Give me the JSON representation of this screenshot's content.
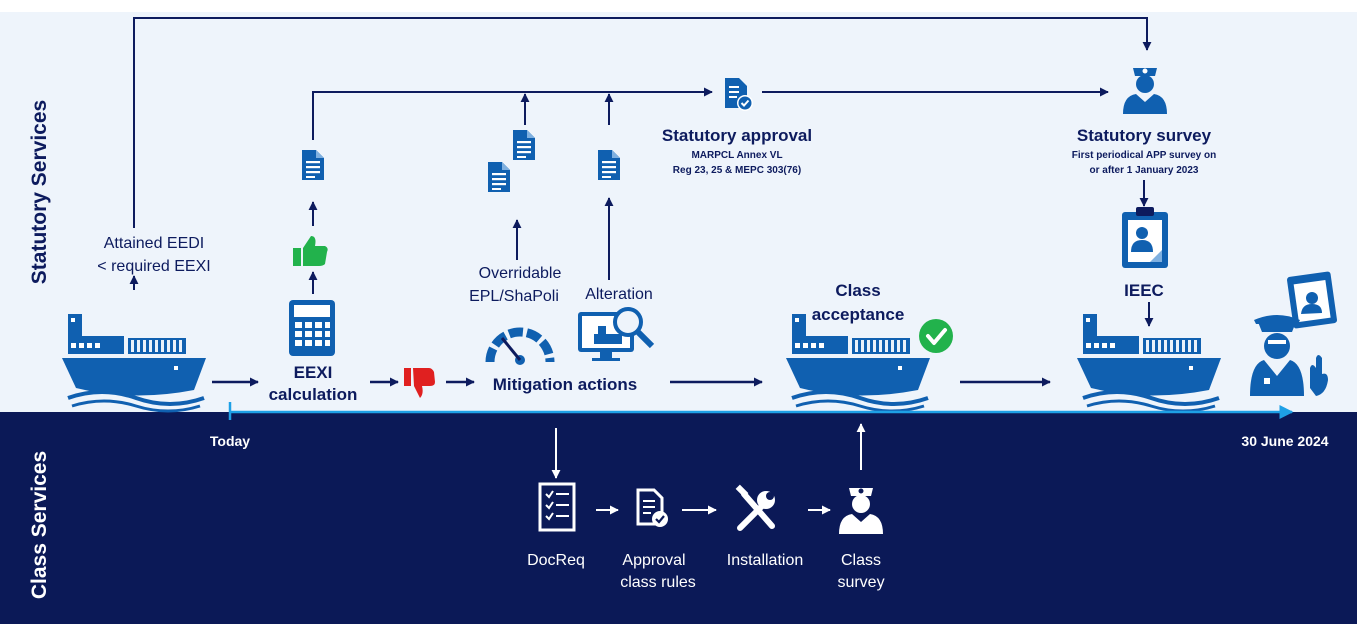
{
  "sections": {
    "statutory": "Statutory Services",
    "class": "Class Services"
  },
  "labels": {
    "attained_line1": "Attained EEDI",
    "attained_line2": "< required EEXI",
    "eexi_line1": "EEXI",
    "eexi_line2": "calculation",
    "overridable_line1": "Overridable",
    "overridable_line2": "EPL/ShaPoli",
    "alteration": "Alteration",
    "mitigation": "Mitigation actions",
    "statutory_approval": "Statutory approval",
    "approval_detail_1": "MARPCL Annex VL",
    "approval_detail_2": "Reg 23, 25 & MEPC 303(76)",
    "class_acceptance_1": "Class",
    "class_acceptance_2": "acceptance",
    "statutory_survey": "Statutory survey",
    "survey_detail_1": "First periodical APP survey on",
    "survey_detail_2": "or after 1 January 2023",
    "ieec": "IEEC",
    "today": "Today",
    "deadline": "30 June 2024",
    "docreq": "DocReq",
    "approval_class_1": "Approval",
    "approval_class_2": "class rules",
    "installation": "Installation",
    "class_survey_1": "Class",
    "class_survey_2": "survey"
  },
  "icons": [
    "ship-icon",
    "calculator-icon",
    "thumbs-up-icon",
    "thumbs-down-icon",
    "document-icon",
    "gauge-icon",
    "monitor-search-icon",
    "approval-document-icon",
    "inspector-icon",
    "certificate-icon",
    "check-circle-icon",
    "checklist-icon",
    "tools-icon",
    "officer-icon"
  ],
  "colors": {
    "navy": "#0d1b5e",
    "icon_blue": "#1060b0",
    "light_bg": "#eef4fb",
    "dark_band": "#0b1957",
    "accent_green": "#22b24c",
    "accent_red": "#e02020",
    "timeline_cyan": "#1ea0e6"
  }
}
